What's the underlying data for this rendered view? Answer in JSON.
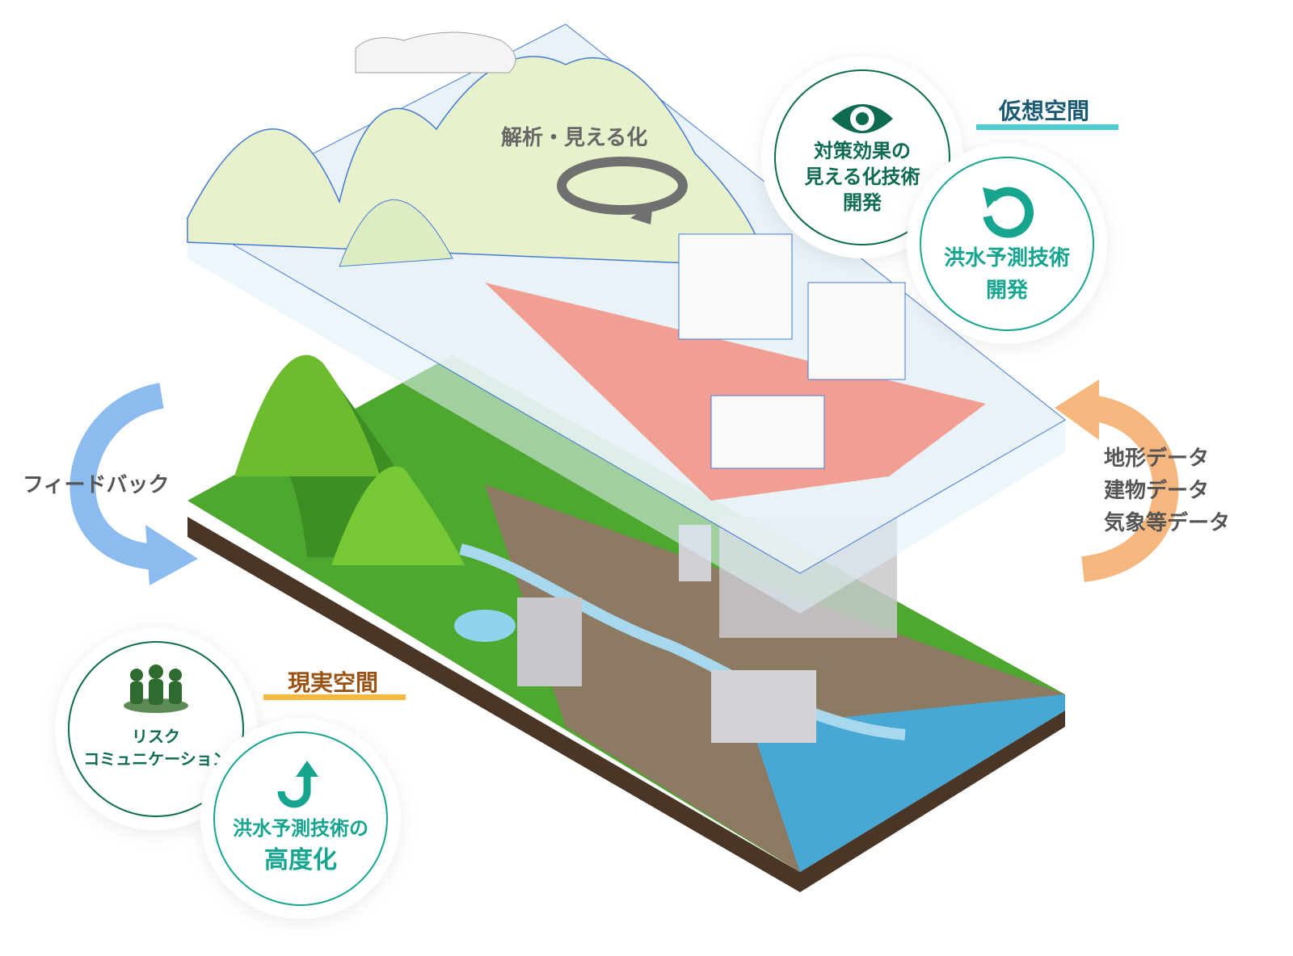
{
  "virtual_space": {
    "title": "仮想空間",
    "underline_color": "#4ecdcf",
    "title_color": "#1b5a73"
  },
  "real_space": {
    "title": "現実空間",
    "underline_color": "#f5b942",
    "title_color": "#9a5315"
  },
  "analysis_label": "解析・見える化",
  "feedback_label": "フィードバック",
  "data_inputs": [
    "地形データ",
    "建物データ",
    "気象等データ"
  ],
  "circles": {
    "visualization": {
      "icon": "eye-icon",
      "lines": [
        "対策効果の",
        "見える化技術",
        "開発"
      ]
    },
    "flood_forecast_dev": {
      "icon": "refresh-icon",
      "lines": [
        "洪水予測技術",
        "開発"
      ]
    },
    "risk_comm": {
      "icon": "people-icon",
      "lines": [
        "リスク",
        "コミュニケーション"
      ]
    },
    "flood_forecast_adv": {
      "icon": "up-arrow-icon",
      "lines": [
        "洪水予測技術の",
        "高度化"
      ]
    }
  },
  "colors": {
    "dark_green": "#0e6b52",
    "teal": "#17a590",
    "feedback_arrow": "#8bbbef",
    "data_arrow": "#f6b77e"
  }
}
